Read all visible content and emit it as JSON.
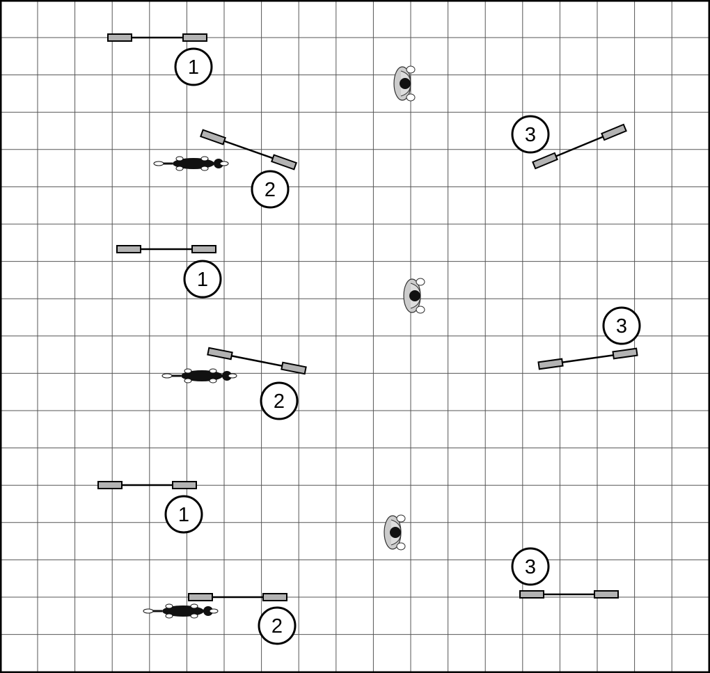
{
  "course": {
    "grid": true,
    "colors": {
      "background": "#ffffff",
      "grid_line": "#555555",
      "border": "#000000",
      "jump_bar": "#000000",
      "wing_fill": "#b3b3b3",
      "number_fill": "#ffffff",
      "dog": "#111111",
      "handler_body": "#cccccc",
      "handler_head": "#111111"
    },
    "jump_numbers": [
      {
        "label": "1"
      },
      {
        "label": "2"
      },
      {
        "label": "3"
      },
      {
        "label": "1"
      },
      {
        "label": "2"
      },
      {
        "label": "3"
      },
      {
        "label": "1"
      },
      {
        "label": "2"
      },
      {
        "label": "3"
      }
    ],
    "icons": [
      "jump-icon",
      "dog-icon",
      "handler-icon",
      "number-marker"
    ]
  }
}
